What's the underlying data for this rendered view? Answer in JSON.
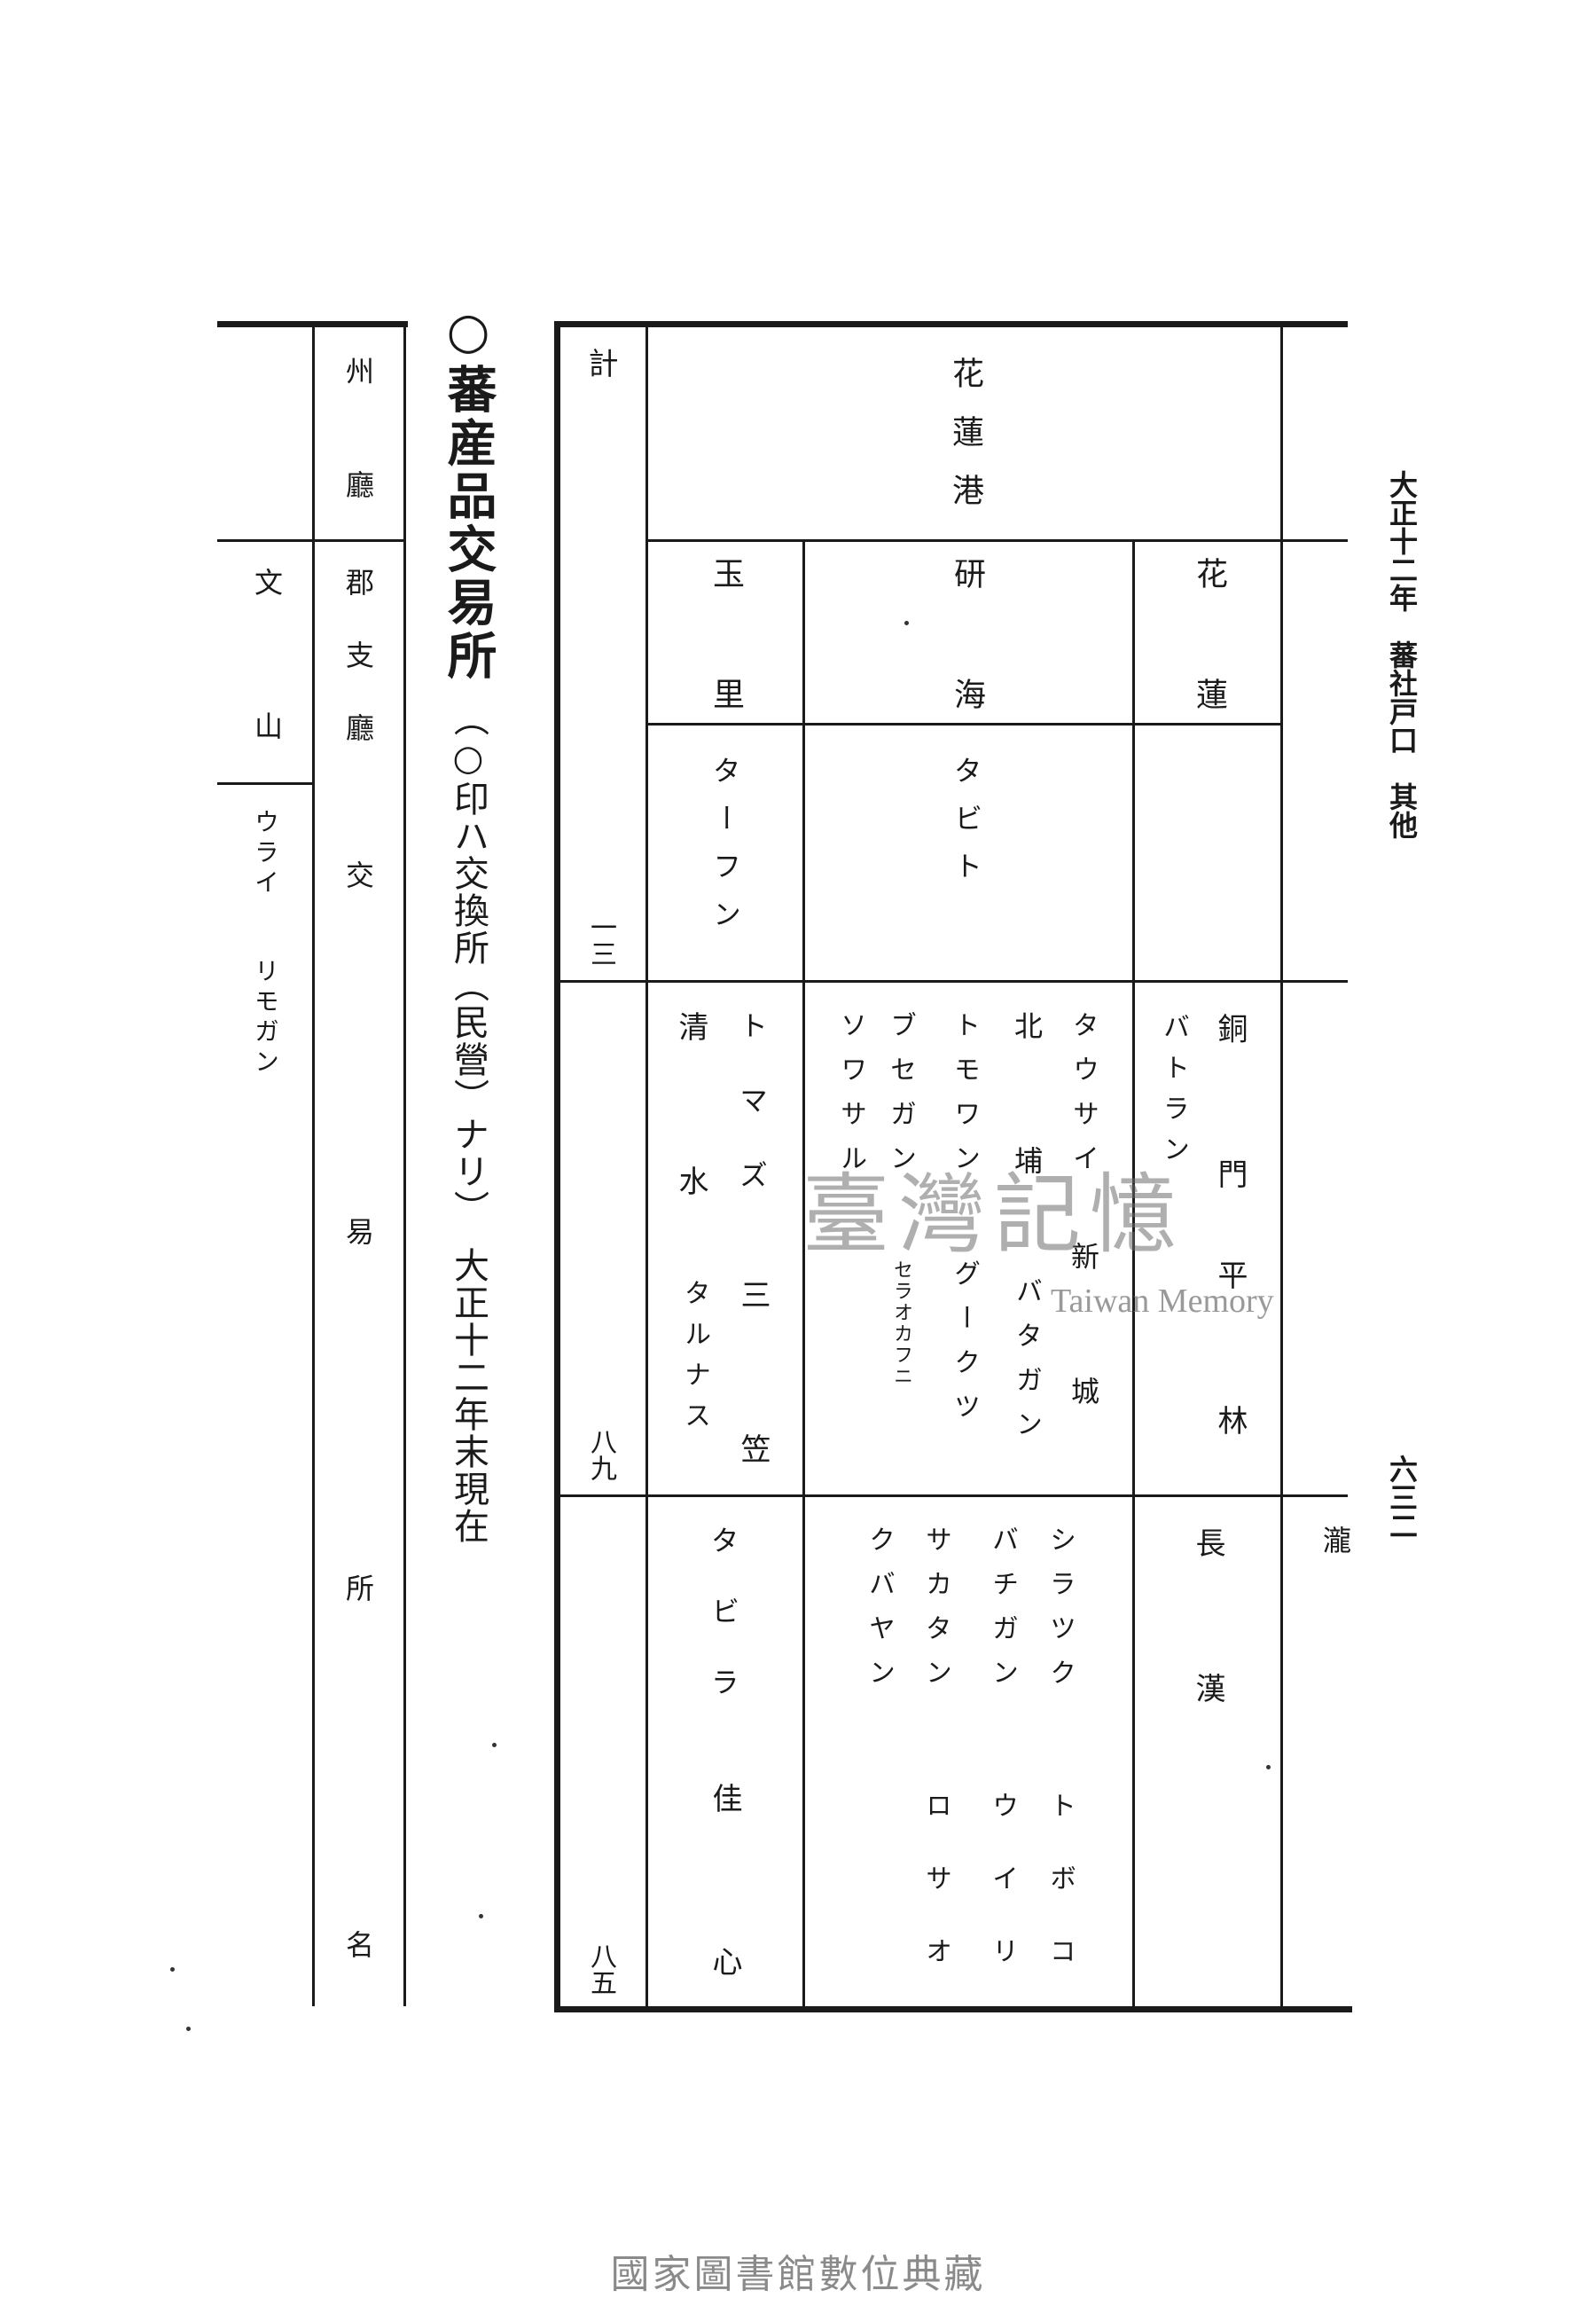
{
  "running_head": {
    "title": "大正十二年　蕃社戸口　其他",
    "page_number": "六三二"
  },
  "section": {
    "title": "○蕃産品交易所",
    "subtitle": "（○印ハ交換所（民營）ナリ）　大正十二年末現在"
  },
  "trade_table": {
    "header_jurisdiction": "州廳",
    "header_branch": "郡支廳",
    "header_name": "交易所名",
    "rows": [
      {
        "jurisdiction": "文山",
        "names": [
          "ウライ",
          "リモガン"
        ]
      }
    ]
  },
  "population_table": {
    "total_label": "計",
    "district": "花蓮港",
    "subdistricts": [
      "玉里",
      "研海",
      "花蓮"
    ],
    "tribes": [
      "ターフン",
      "タビト",
      ""
    ],
    "total_values": [
      "一三",
      "八九",
      "八五"
    ],
    "divisions": [
      {
        "name": "",
        "cells": [
          [
            "清水",
            "トマズ",
            "三笠",
            "タルナス"
          ],
          [
            "ソワサル",
            "ブセガン",
            "セラオカフニ",
            "トモワン",
            "グークツ",
            "北埔",
            "バタガン",
            "タウサイ",
            "新城"
          ],
          [
            "銅門",
            "バトラン",
            "平林"
          ]
        ]
      },
      {
        "name": "瀧",
        "cells": [
          [
            "タビラ",
            "佳心"
          ],
          [
            "クバヤン",
            "サカタン",
            "ロサオ",
            "バチガン",
            "ウイリ",
            "シラツク",
            "トボコ"
          ],
          [
            "長漢"
          ]
        ]
      }
    ]
  },
  "watermark": {
    "text": "臺灣記憶",
    "text_en": "Taiwan Memory"
  },
  "footer": {
    "text": "國家圖書館數位典藏"
  }
}
